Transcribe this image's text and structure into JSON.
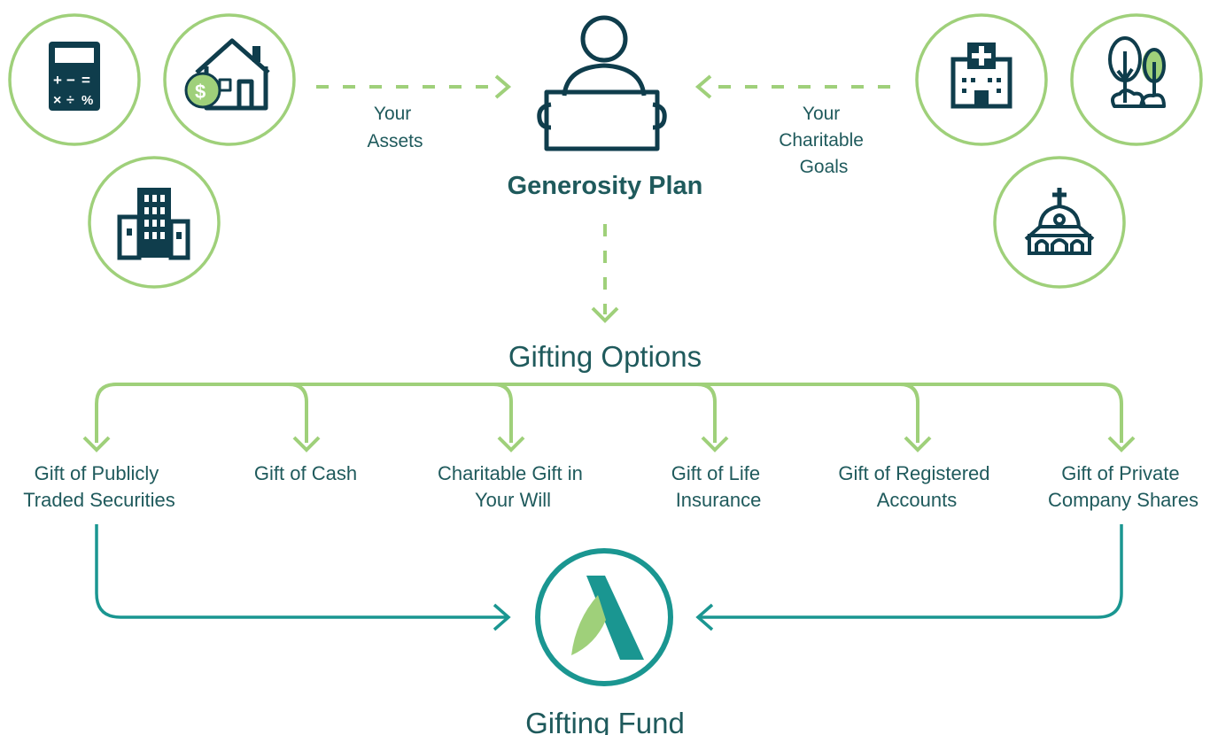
{
  "colors": {
    "green": "#9fd07a",
    "dark": "#0f3d4c",
    "teal": "#1a9691",
    "text": "#1f5a5c"
  },
  "assets": {
    "label": [
      "Your",
      "Assets"
    ],
    "icons": [
      "calculator-icon",
      "house-dollar-icon",
      "office-building-icon"
    ]
  },
  "goals": {
    "label": [
      "Your",
      "Charitable",
      "Goals"
    ],
    "icons": [
      "hospital-icon",
      "trees-icon",
      "church-icon"
    ]
  },
  "plan": {
    "title": "Generosity Plan",
    "icon": "person-holding-sign-icon"
  },
  "options_title": "Gifting Options",
  "options": [
    [
      "Gift of Publicly",
      "Traded Securities"
    ],
    [
      "Gift of Cash"
    ],
    [
      "Charitable Gift in",
      "Your Will"
    ],
    [
      "Gift of Life",
      "Insurance"
    ],
    [
      "Gift of Registered",
      "Accounts"
    ],
    [
      "Gift of Private",
      "Company Shares"
    ]
  ],
  "fund": {
    "title": "Gifting Fund",
    "icon": "lambda-leaf-logo"
  }
}
